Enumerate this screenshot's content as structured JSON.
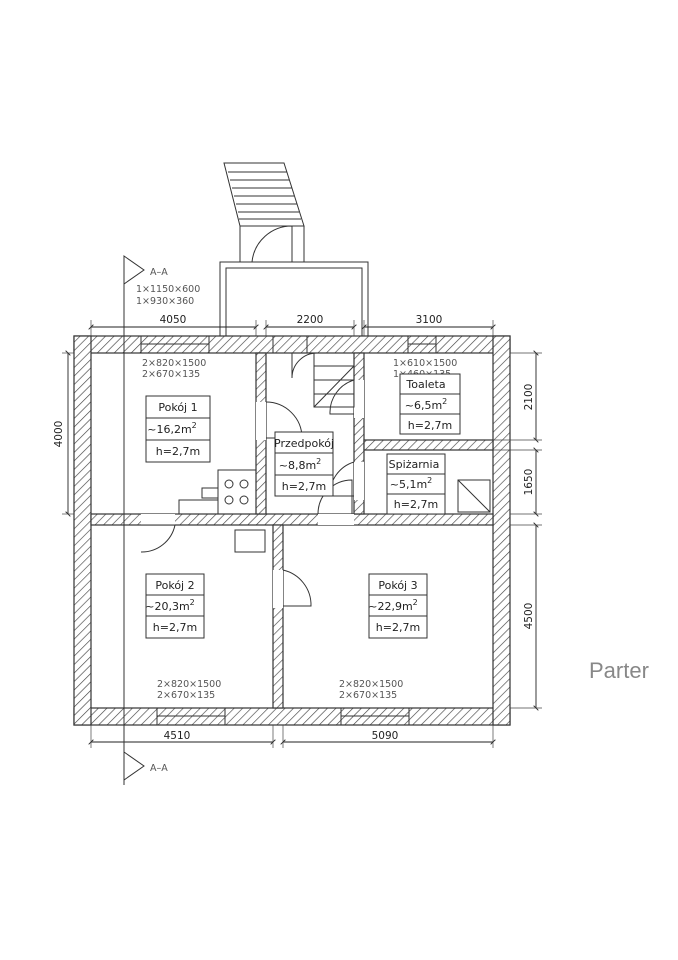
{
  "title": "Parter",
  "section_marker": "A–A",
  "window_above_marker": [
    "1×1150×600",
    "1×930×360"
  ],
  "dimensions": {
    "top": [
      "4050",
      "2200",
      "3100"
    ],
    "bottom": [
      "4510",
      "5090"
    ],
    "left": "4000",
    "right": [
      "2100",
      "1650",
      "4500"
    ]
  },
  "rooms": [
    {
      "name": "Pokój 1",
      "area": "~16,2m",
      "height": "h=2,7m"
    },
    {
      "name": "Przedpokój",
      "area": "~8,8m",
      "height": "h=2,7m"
    },
    {
      "name": "Toaleta",
      "area": "~6,5m",
      "height": "h=2,7m"
    },
    {
      "name": "Spiżarnia",
      "area": "~5,1m",
      "height": "h=2,7m"
    },
    {
      "name": "Pokój 2",
      "area": "~20,3m",
      "height": "h=2,7m"
    },
    {
      "name": "Pokój 3",
      "area": "~22,9m",
      "height": "h=2,7m"
    }
  ],
  "area_unit_exponent": "2",
  "windows": [
    {
      "line1": "2×820×1500",
      "line2": "2×670×135"
    },
    {
      "line1": "1×610×1500",
      "line2": "1×460×135"
    },
    {
      "line1": "2×820×1500",
      "line2": "2×670×135"
    },
    {
      "line1": "2×820×1500",
      "line2": "2×670×135"
    }
  ]
}
